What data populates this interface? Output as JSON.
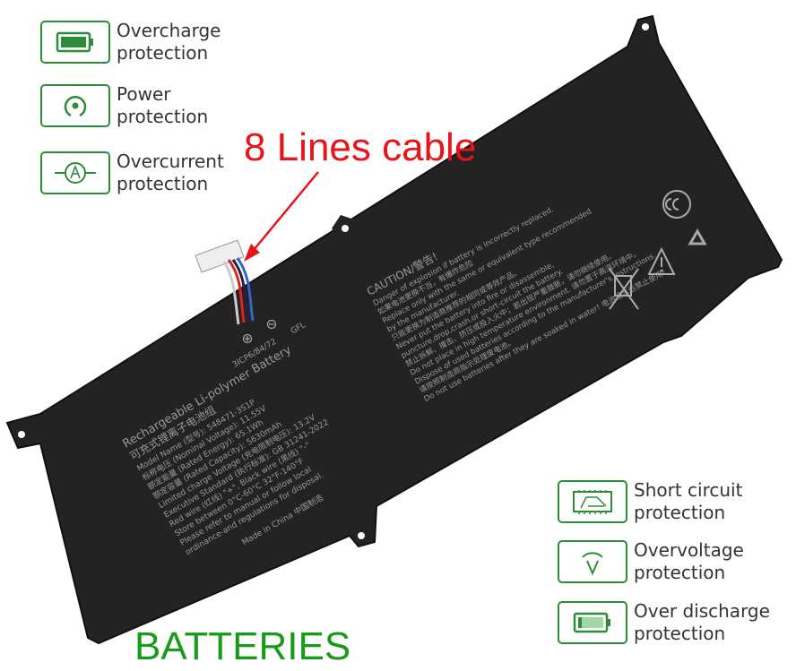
{
  "features_left": [
    {
      "icon": "battery-full-icon",
      "line1": "Overcharge",
      "line2": "protection"
    },
    {
      "icon": "power-icon",
      "line1": "Power",
      "line2": "protection"
    },
    {
      "icon": "ammeter-icon",
      "line1": "Overcurrent",
      "line2": "protection"
    }
  ],
  "features_right": [
    {
      "icon": "circuit-board-icon",
      "line1": "Short circuit",
      "line2": "protection"
    },
    {
      "icon": "voltage-icon",
      "line1": "Overvoltage",
      "line2": "protection"
    },
    {
      "icon": "battery-low-icon",
      "line1": "Over discharge",
      "line2": "protection"
    }
  ],
  "callout": "8 Lines cable",
  "watermark": "BATTERIES",
  "label": {
    "title": "Rechargeable Li-polymer Battery",
    "title_cn": "可充式锂离子电池组",
    "cells": "3ICP6/84/72",
    "maker": "GFL",
    "model": "Model Name (型号): 548471-3S1P",
    "voltage": "标称电压 (Nominal Voltage): 11.55V",
    "energy": "额定能量 (Rated Energy): 65.1Wh",
    "capacity": "额定容量 (Rated Capacity): 5630mAh",
    "charge": "Limited charge Voltage (充电限制电压): 13.2V",
    "standard": "Executive Standard (执行标准): GB 31241-2022",
    "wire": "Red wire (红线) \"+\", Black wire (黑线) \"-\"",
    "temp": "Store between 0°C-60°C 32°F-140°F",
    "dispose": "Please refer to manual or follow local",
    "dispose2": "ordinance-and regulations for disposal.",
    "made": "Made in China 中国制造"
  },
  "caution": {
    "title": "CAUTION/警告!",
    "lines": [
      "Danger of explosion if battery is incorrectly replaced.",
      "如果电池更换不当，有爆炸危险",
      "Replace only with the same or equivalent type recommended",
      "by the manufacturer.",
      "只能更换为制造商推荐的相同或等效产品。",
      "Never put the battery into fire or disassemble,",
      "puncture,drop,crash,or short-circuit the battery.",
      "禁止拆解、撞击、挤压或投入火中；若出现严重鼓胀，请勿继续使用。",
      "Do not place in high temperature environment. 请勿置于高温环境中。",
      "Dispose of used batteries according to the manufacturer's instructions.",
      "请按照制造商指示处理废电池。",
      "Do not use batteries after they are soaked in water! 电池浸水后禁止使用!"
    ]
  },
  "colors": {
    "green": "#2e8b3a",
    "battery": "#232323",
    "red": "#e8141a",
    "label_text": "#9a9a9a"
  }
}
